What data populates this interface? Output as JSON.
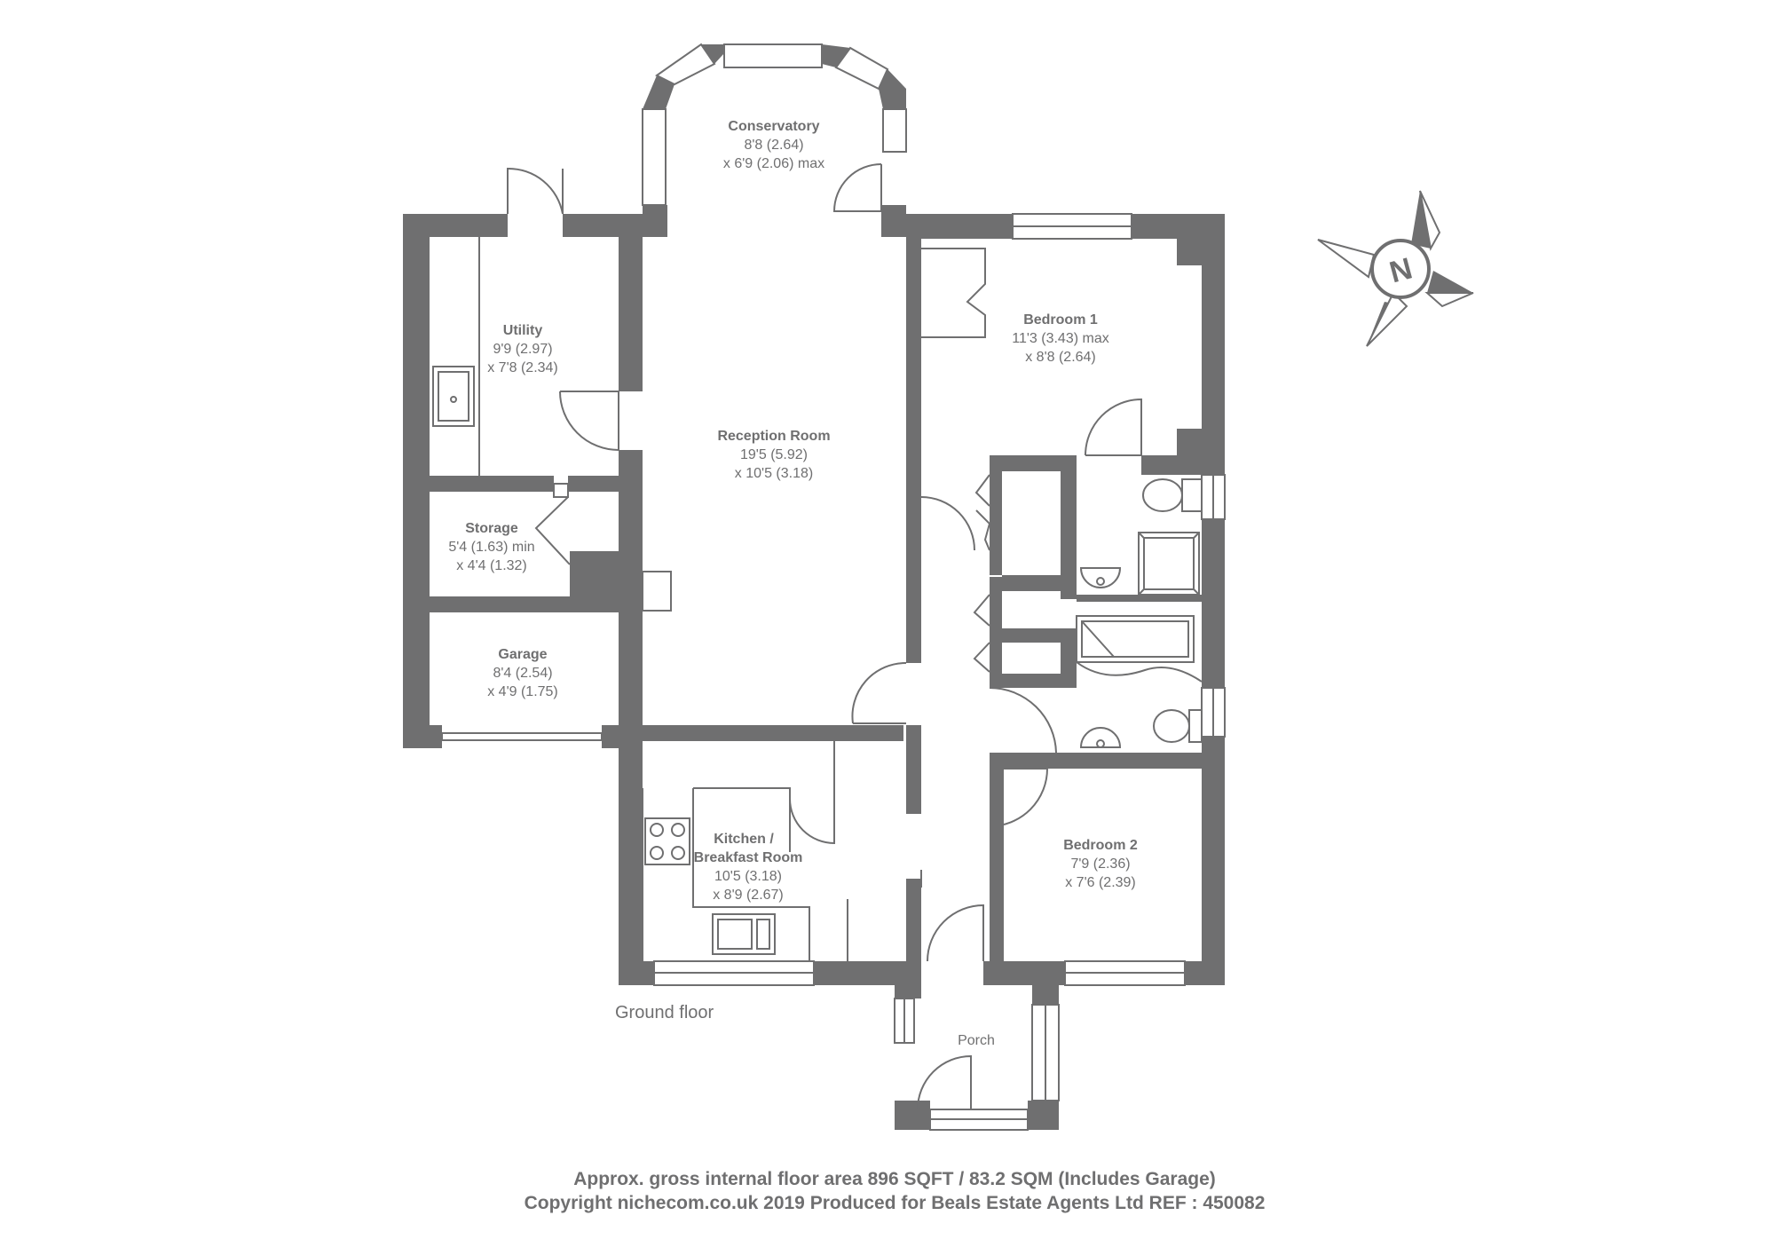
{
  "rooms": {
    "conservatory": {
      "name": "Conservatory",
      "dim1": "8'8 (2.64)",
      "dim2": "x 6'9 (2.06) max"
    },
    "utility": {
      "name": "Utility",
      "dim1": "9'9 (2.97)",
      "dim2": "x 7'8 (2.34)"
    },
    "reception": {
      "name": "Reception Room",
      "dim1": "19'5 (5.92)",
      "dim2": "x 10'5 (3.18)"
    },
    "bedroom1": {
      "name": "Bedroom 1",
      "dim1": "11'3 (3.43) max",
      "dim2": "x 8'8 (2.64)"
    },
    "storage": {
      "name": "Storage",
      "dim1": "5'4 (1.63) min",
      "dim2": "x 4'4 (1.32)"
    },
    "garage": {
      "name": "Garage",
      "dim1": "8'4 (2.54)",
      "dim2": "x 4'9 (1.75)"
    },
    "kitchen": {
      "name1": "Kitchen /",
      "name2": "Breakfast Room",
      "dim1": "10'5 (3.18)",
      "dim2": "x 8'9 (2.67)"
    },
    "bedroom2": {
      "name": "Bedroom 2",
      "dim1": "7'9 (2.36)",
      "dim2": "x 7'6 (2.39)"
    },
    "porch": {
      "name": "Porch"
    }
  },
  "floor_label": "Ground floor",
  "compass": {
    "letter": "N"
  },
  "footer": {
    "line1": "Approx. gross internal floor area 896 SQFT / 83.2 SQM (Includes Garage)",
    "line2": "Copyright nichecom.co.uk 2019 Produced for Beals Estate Agents Ltd REF : 450082"
  },
  "colors": {
    "wall": "#6f6f70",
    "background": "#ffffff"
  }
}
